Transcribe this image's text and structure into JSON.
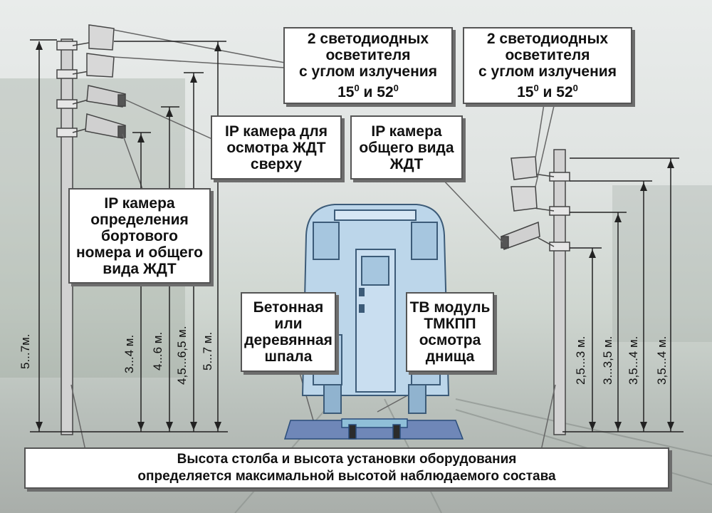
{
  "callouts": {
    "illuminators_left": [
      "2 светодиодных",
      "осветителя",
      "с углом излучения",
      "15",
      "0",
      " и 52",
      "0"
    ],
    "illuminators_right": [
      "2 светодиодных",
      "осветителя",
      "с углом излучения",
      "15",
      "0",
      " и 52",
      "0"
    ],
    "camera_top": [
      "IP камера для",
      "осмотра ЖДТ",
      "сверху"
    ],
    "camera_general": [
      "IP камера",
      "общего вида",
      "ЖДТ"
    ],
    "camera_number": [
      "IP камера",
      "определения",
      "бортового",
      "номера и общего",
      "вида ЖДТ"
    ],
    "sleeper": [
      "Бетонная",
      "или",
      "деревянная",
      "шпала"
    ],
    "tv_module": [
      "ТВ модуль",
      "ТМКПП",
      "осмотра",
      "днища"
    ],
    "bottom_note": [
      "Высота столба и высота установки оборудования",
      "определяется максимальной высотой наблюдаемого состава"
    ]
  },
  "dimensions": {
    "left": [
      "5...7м.",
      "3...4 м.",
      "4...6 м.",
      "4,5...6,5 м.",
      "5...7 м."
    ],
    "right": [
      "2,5...3 м.",
      "3...3,5 м.",
      "3,5...4 м.",
      "3,5...4 м."
    ]
  },
  "colors": {
    "train": "#bcd6ea",
    "train_outline": "#3c5b78",
    "pole": "#d2d2d2"
  }
}
